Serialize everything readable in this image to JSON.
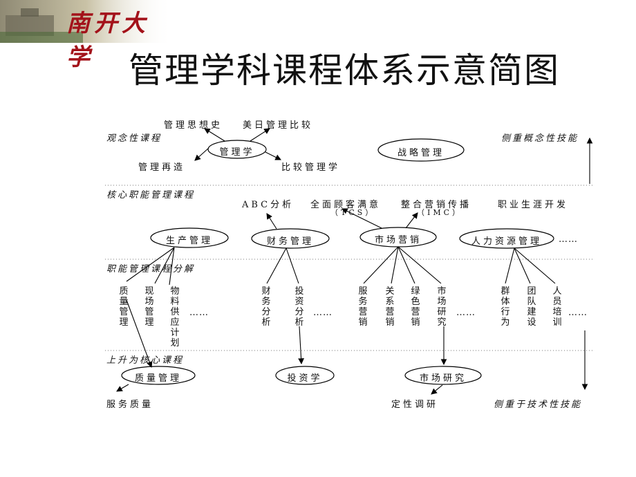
{
  "header": {
    "logo_text": "南开大学",
    "title": "管理学科课程体系示意简图"
  },
  "levels": {
    "concept": "观念性课程",
    "core": "核心职能管理课程",
    "functional": "职能管理课程分解",
    "upgrade": "上升为核心课程"
  },
  "sides": {
    "top": "侧重概念性技能",
    "bottom": "侧重于技术性技能"
  },
  "concept": {
    "main": "管理学",
    "strategy": "战略管理",
    "thought": "管理思想史",
    "compare_us_jp": "美日管理比较",
    "reengineer": "管理再造",
    "comparative": "比较管理学"
  },
  "core_topics": {
    "abc": "ABC分析",
    "tcs_label": "全面顾客满意",
    "tcs_abbr": "（TCS）",
    "imc_label": "整合营销传播",
    "imc_abbr": "（IMC）",
    "career": "职业生涯开发"
  },
  "core": {
    "production": "生产管理",
    "finance": "财务管理",
    "marketing": "市场营销",
    "hr": "人力资源管理",
    "ellipsis": "……"
  },
  "sub": {
    "quality": "质量管理",
    "onsite": "现场管理",
    "material": "物料供应计划",
    "fin_analysis": "财务分析",
    "inv_analysis": "投资分析",
    "service_mkt": "服务营销",
    "relation_mkt": "关系营销",
    "green_mkt": "绿色营销",
    "mkt_research": "市场研究",
    "group_behavior": "群体行为",
    "team_building": "团队建设",
    "staff_training": "人员培训",
    "ellipsis": "……"
  },
  "upgraded": {
    "quality": "质量管理",
    "investment": "投资学",
    "research": "市场研究",
    "service_quality": "服务质量",
    "qualitative": "定性调研"
  }
}
